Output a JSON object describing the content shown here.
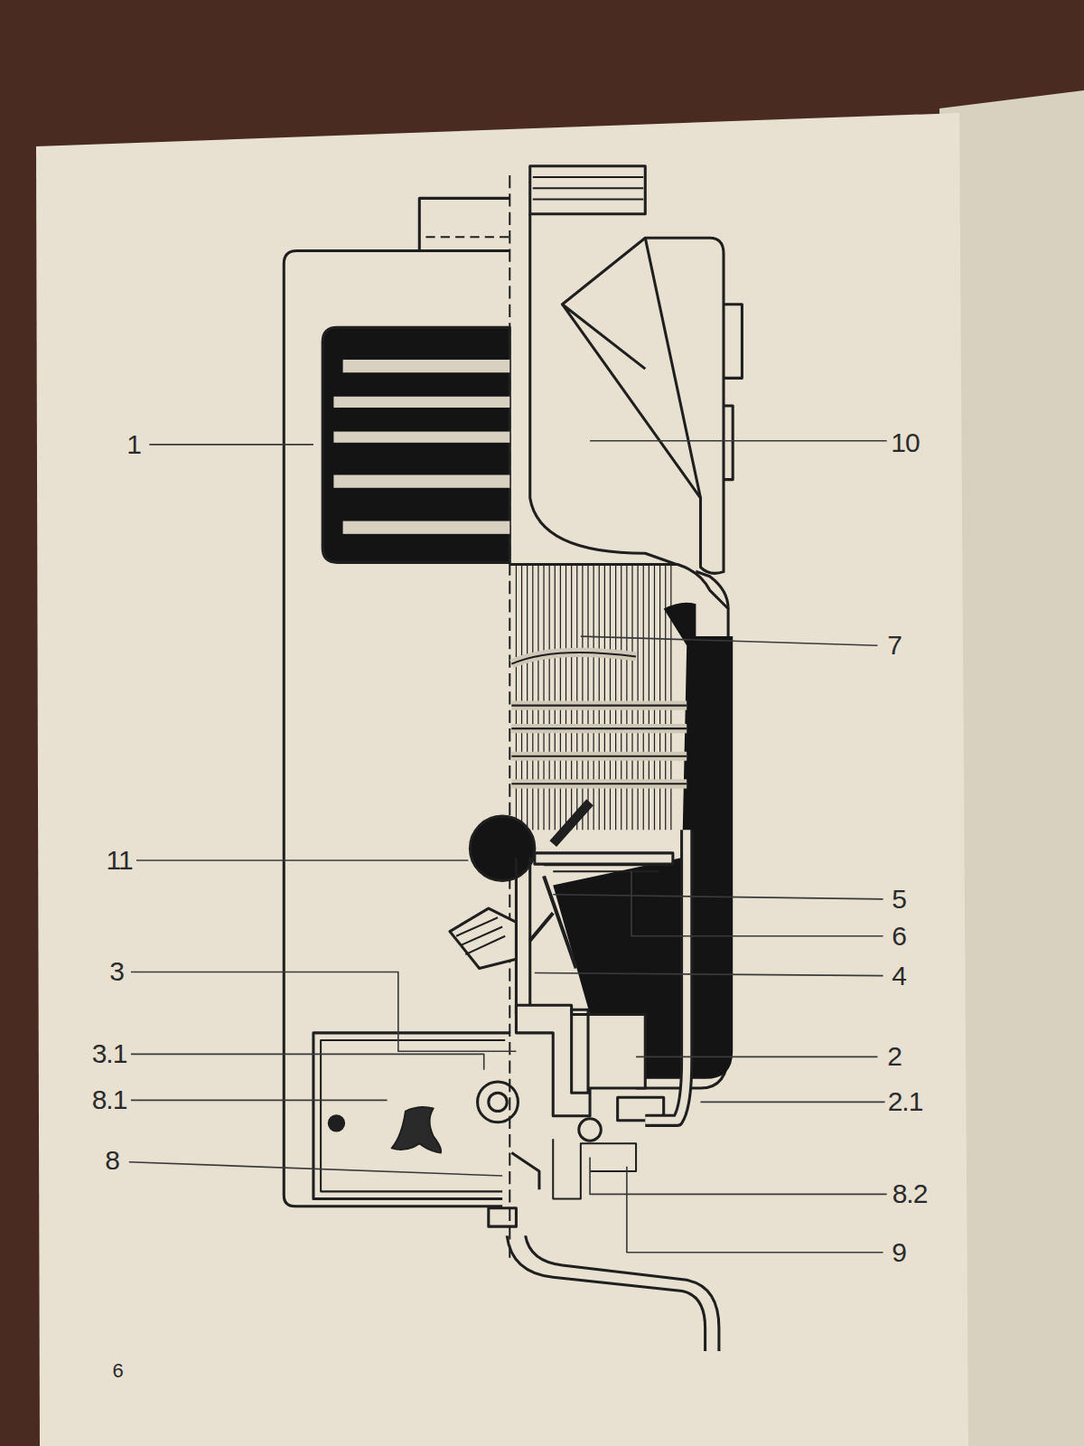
{
  "diagram": {
    "labels": [
      "1",
      "10",
      "7",
      "11",
      "5",
      "6",
      "4",
      "3",
      "3.1",
      "2",
      "8.1",
      "2.1",
      "8",
      "8.2",
      "9",
      "6"
    ]
  }
}
